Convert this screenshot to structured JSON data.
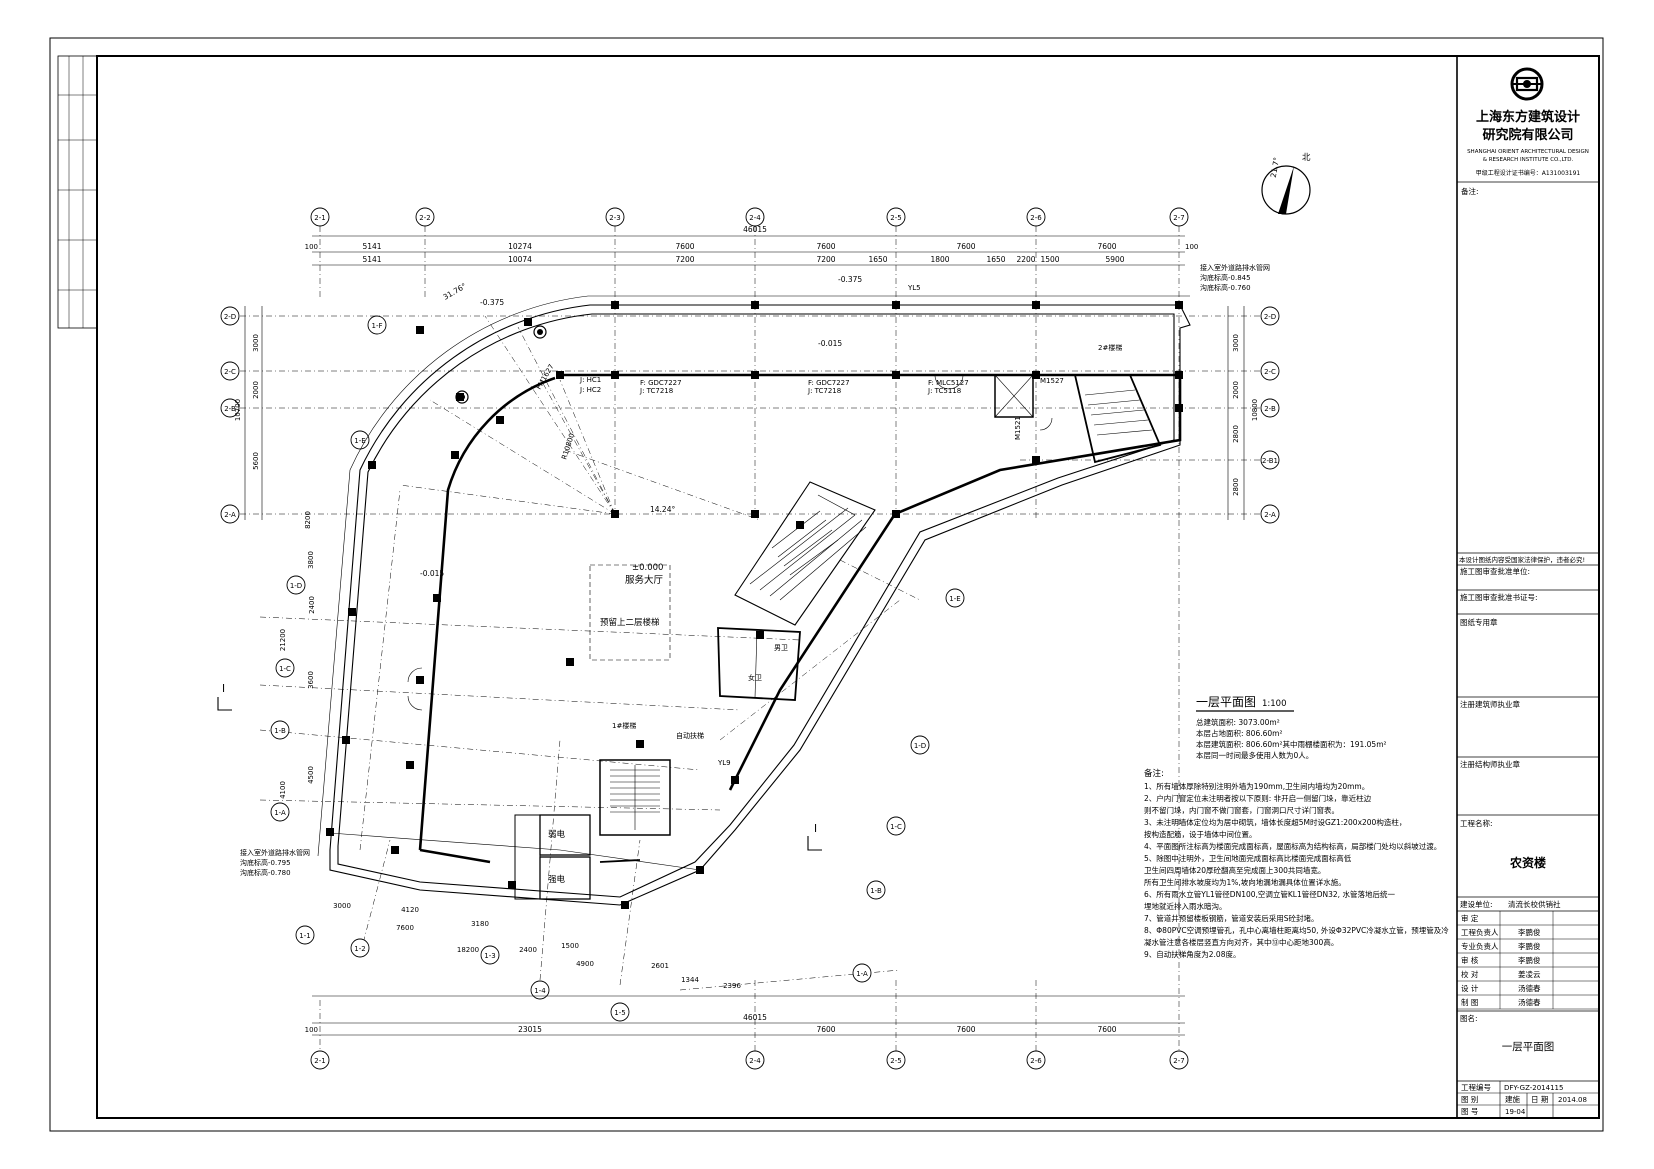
{
  "company": {
    "name_line1": "上海东方建筑设计",
    "name_line2": "研究院有限公司",
    "en_line1": "SHANGHAI ORIENT ARCHITECTURAL DESIGN",
    "en_line2": "& RESEARCH INSTITUTE CO.,LTD.",
    "cert": "甲级工程设计证书编号：A131003191"
  },
  "north": {
    "angle": "21.7°",
    "label": "北"
  },
  "titleblock": {
    "notes_label": "备注:",
    "copyright": "本设计图纸内容受国家法律保护，违者必究!",
    "review_unit": "施工图审查批准单位:",
    "review_cert": "施工图审查批准书证号:",
    "seal": "图纸专用章",
    "arch_seal": "注册建筑师执业章",
    "struct_seal": "注册结构师执业章",
    "project_label": "工程名称:",
    "project_name": "农资楼",
    "client_label": "建设单位:",
    "client_name": "清流长校供销社",
    "staff": [
      {
        "role": "审  定",
        "name": ""
      },
      {
        "role": "工程负责人",
        "name": "李鹏俊"
      },
      {
        "role": "专业负责人",
        "name": "李鹏俊"
      },
      {
        "role": "审  核",
        "name": "李鹏俊"
      },
      {
        "role": "校  对",
        "name": "姜凌云"
      },
      {
        "role": "设  计",
        "name": "汤德春"
      },
      {
        "role": "制  图",
        "name": "汤德春"
      }
    ],
    "drawing_label": "图名:",
    "drawing_name": "一层平面图",
    "project_no_label": "工程编号",
    "project_no": "DFY-GZ-2014115",
    "category_label": "图  别",
    "category": "建施",
    "date_label": "日  期",
    "date": "2014.08",
    "sheet_label": "图  号",
    "sheet_no": "19-04"
  },
  "plan": {
    "title": "一层平面图",
    "scale": "1:100",
    "area_total": "总建筑面积: 3073.00m²",
    "area_site": "本层占地面积: 806.60m²",
    "area_floor": "本层建筑面积: 806.60m²其中雨棚楼面积为：191.05m²",
    "occupancy": "本层同一时间最多使用人数为0人。",
    "hall": "服务大厅",
    "stair_reserved": "预留上二层楼梯",
    "elev_zero": "±0.000",
    "rooms": [
      "弱电",
      "强电",
      "男卫",
      "女卫"
    ]
  },
  "axes": {
    "top": [
      "2-1",
      "2-2",
      "2-3",
      "2-4",
      "2-5",
      "2-6",
      "2-7"
    ],
    "right": [
      "2-D",
      "2-C",
      "2-B",
      "2-B1",
      "2-A"
    ],
    "left": [
      "2-D",
      "2-C",
      "2-B",
      "2-A"
    ],
    "arc": [
      "1-F",
      "1-E",
      "1-D",
      "1-C",
      "1-B",
      "1-A"
    ],
    "bottom": [
      "1-1",
      "1-2",
      "1-3",
      "1-4",
      "1-5"
    ],
    "right_lower": [
      "1-E",
      "1-D",
      "1-C",
      "1-B",
      "1-A"
    ]
  },
  "dims": {
    "top_total": "46015",
    "top_row1": [
      "5141",
      "10274",
      "7600",
      "7600",
      "7600",
      "7600"
    ],
    "top_row2": [
      "5141",
      "10074",
      "7200",
      "7200",
      "1650",
      "1800",
      "1650",
      "2200",
      "1500",
      "5900"
    ],
    "bottom_total": "46015",
    "bottom_row": [
      "23015",
      "7600",
      "7600",
      "7600"
    ],
    "bottom_small": [
      "3000",
      "4120",
      "3180",
      "7600",
      "18200",
      "2400",
      "1500",
      "4900",
      "2601",
      "1344",
      "2396"
    ],
    "right": [
      "3000",
      "2000",
      "2800",
      "2800",
      "10800"
    ],
    "left": [
      "3000",
      "2000",
      "5600",
      "10700",
      "8200",
      "3800",
      "2400",
      "21200",
      "3600",
      "4500",
      "4100"
    ],
    "edge_100": "100"
  },
  "notes": {
    "header": "备注:",
    "items": [
      "1、所有墙体厚除特别注明外墙为190mm,卫生间内墙均为20mm。",
      "2、户内门窗定位未注明者按以下原则: 非开启一侧留门垛，靠近柱边",
      "   则不留门垛，内门窗不做门窗套，门窗洞口尺寸详门窗表。",
      "3、未注明墙体定位均为居中砌筑，墙体长度超5M时设GZ1:200x200构造柱，",
      "   按构造配筋，设于墙体中间位置。",
      "4、平面图所注标高为楼面完成面标高，屋面标高为结构标高，局部楼门处均以斜坡过渡。",
      "5、除图中注明外，卫生间地面完成面标高比楼面完成面标高低",
      "   卫生间四周墙体20厚砼翻高至完成面上300共同墙宽。",
      "   所有卫生间排水坡度均为1%,坡向地漏地漏具体位置详水施。",
      "6、所有雨水立管YL1管径DN100,空调立管KL1管径DN32, 水管落地后统一",
      "   埋地就近排入雨水暗沟。",
      "7、管道井预留楼板钢筋，管道安装后采用S砼封堵。",
      "8、Φ80PVC空调预埋管孔，孔中心离墙柱距离均50, 外设Φ32PVC冷凝水立管，预埋管及冷",
      "   凝水管注意各楼层竖直方向对齐，其中⑬中心距地300高。",
      "9、自动扶梯角度为2.08度。"
    ]
  },
  "labels": {
    "win1": "F: GDC7227",
    "win1b": "J: TC7218",
    "win2": "F: GDC7227",
    "win2b": "J: TC7218",
    "win3": "F: MLC5127",
    "win3b": "J: TC5118",
    "m1527": "M1527",
    "m1521": "M1521",
    "fm1627": "FM1627",
    "hc1": "J: HC1",
    "hc2": "J: HC2",
    "r10800": "R10800",
    "elev_a": "-0.375",
    "elev_b": "-0.015",
    "elev_c": "-0.375",
    "elev_d": "-0.015",
    "yl5": "YL5",
    "yl9": "YL9",
    "drain1": "接入室外道路排水管网",
    "drain1b": "沟底标高-0.845",
    "drain1c": "沟底标高-0.760",
    "drain2": "接入室外道路排水管网",
    "drain2b": "沟底标高-0.795",
    "drain2c": "沟底标高-0.780",
    "stair2": "2#楼梯",
    "stair1": "1#楼梯",
    "angle": "31.76°",
    "angle2": "14.24°",
    "esc": "自动扶梯",
    "sec": "I"
  }
}
